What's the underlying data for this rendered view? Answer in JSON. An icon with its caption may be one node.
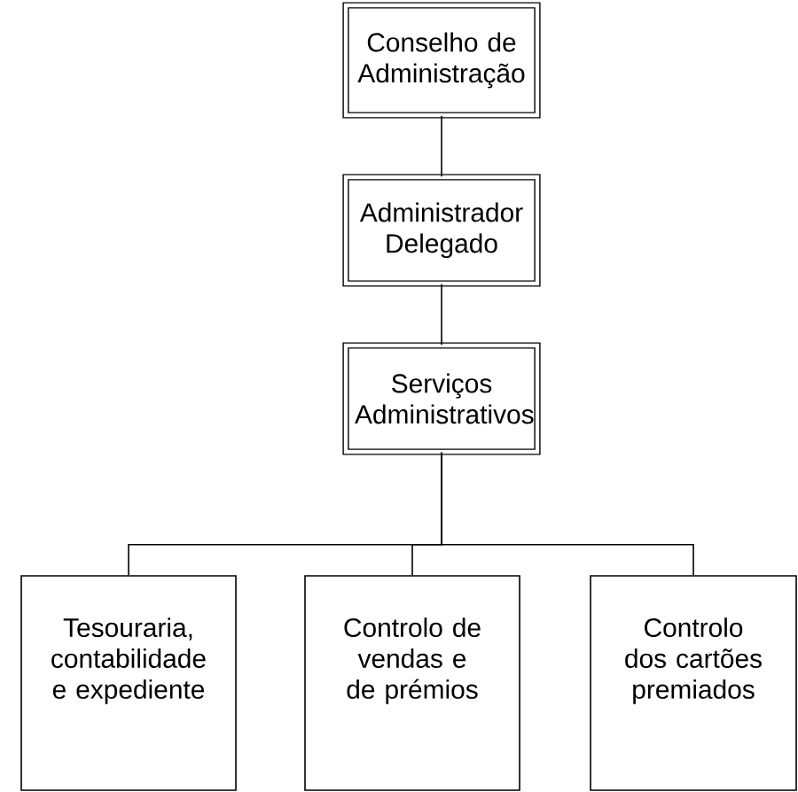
{
  "diagram": {
    "nodes": [
      {
        "text": [
          "Conselho de Administração"
        ]
      },
      {
        "text": [
          "Administrador Delegado"
        ]
      },
      {
        "text": [
          "Serviços Administrativos"
        ]
      },
      {
        "text": [
          "Tesouraria, contabilidade e expediente"
        ]
      },
      {
        "text": [
          "Controlo de vendas e de prémios"
        ]
      },
      {
        "text": [
          "Controlo dos cartões premiados"
        ]
      }
    ],
    "edges": [
      {
        "from": 0,
        "to": 1,
        "arrow": "none"
      },
      {
        "from": 1,
        "to": 2,
        "arrow": "none"
      },
      {
        "from": 2,
        "to": 3,
        "arrow": "none"
      },
      {
        "from": 2,
        "to": 4,
        "arrow": "none"
      },
      {
        "from": 2,
        "to": 5,
        "arrow": "none"
      }
    ]
  }
}
